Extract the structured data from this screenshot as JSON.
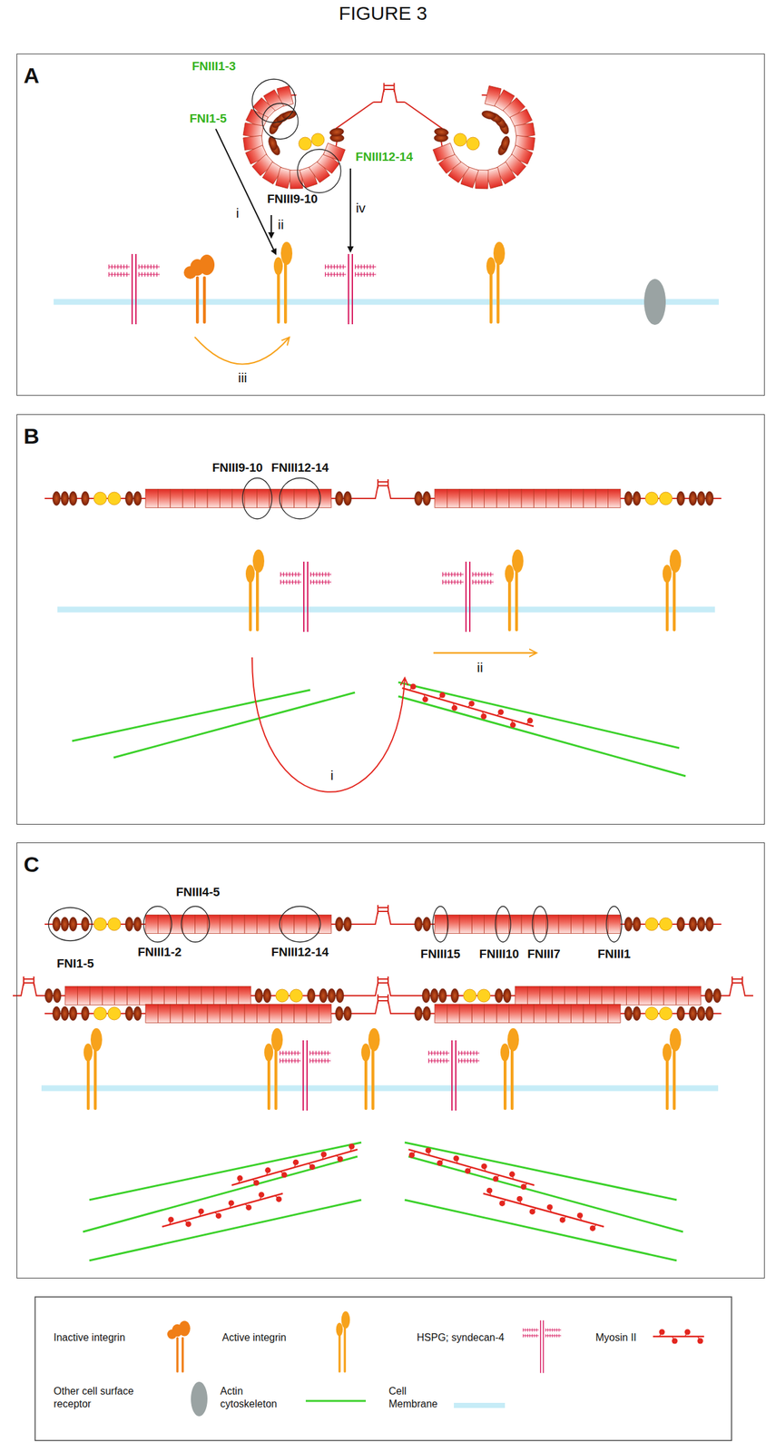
{
  "diagram": {
    "title": "FIGURE 3",
    "nodes": [
      {
        "text": [
          "A"
        ]
      },
      {
        "text": [
          "B"
        ]
      },
      {
        "text": [
          "C"
        ]
      }
    ],
    "labels": [
      "FNIII1-3",
      "FNI1-5",
      "FNIII12-14",
      "FNIII9-10",
      "i",
      "ii",
      "iv",
      "iii",
      "FNIII9-10",
      "FNIII12-14",
      "ii",
      "i",
      "FNIII4-5",
      "FNI1-5",
      "FNIII1-2",
      "FNIII12-14",
      "FNIII15",
      "FNIII10",
      "FNIII7",
      "FNIII1"
    ],
    "legend": [
      {
        "text": "Inactive integrin"
      },
      {
        "text": "Active integrin"
      },
      {
        "text": "HSPG; syndecan-4"
      },
      {
        "text": "Myosin II"
      },
      {
        "text": "Other cell surface receptor"
      },
      {
        "text": "Actin cytoskeleton"
      },
      {
        "text": "Cell Membrane"
      }
    ]
  }
}
